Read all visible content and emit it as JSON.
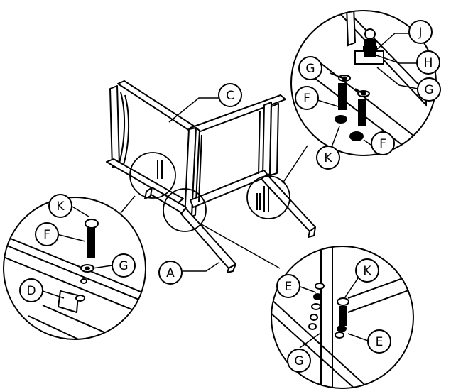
{
  "labels": {
    "C": "C",
    "A": "A",
    "J": "J",
    "H": "H",
    "G_top_left": "G",
    "G_top_right": "G",
    "F_top_left": "F",
    "F_top_right": "F",
    "K_top": "K",
    "K_left": "K",
    "F_left": "F",
    "G_left": "G",
    "D_left": "D",
    "E_right_1": "E",
    "K_right": "K",
    "E_right_2": "E",
    "G_right": "G"
  }
}
